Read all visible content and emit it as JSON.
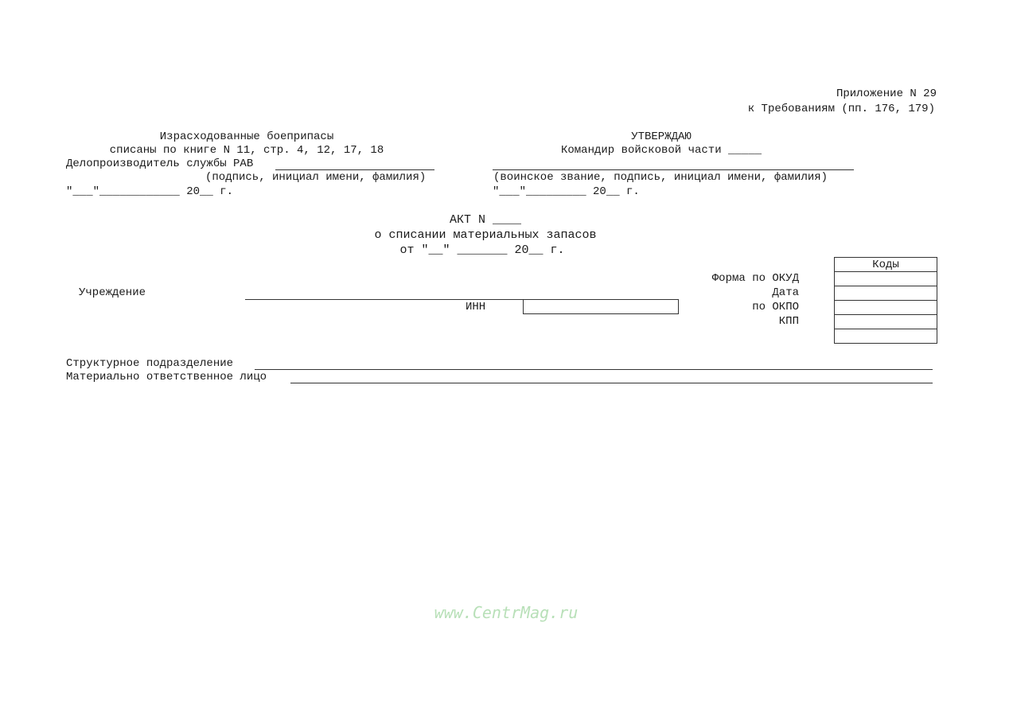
{
  "header": {
    "appendix": "Приложение N 29",
    "requirements": "к Требованиям (пп. 176, 179)"
  },
  "left_block": {
    "line1": "Израсходованные боеприпасы",
    "line2": "списаны по книге N 11, стр. 4, 12, 17, 18",
    "clerk_label": "Делопроизводитель службы РАВ",
    "signature_hint": "(подпись, инициал имени, фамилия)",
    "date_line": "\"___\"____________ 20__ г."
  },
  "right_block": {
    "approve": "УТВЕРЖДАЮ",
    "commander": "Командир войсковой части _____",
    "signature_hint": "(воинское звание, подпись, инициал имени, фамилия)",
    "date_line": "\"___\"_________ 20__ г."
  },
  "act": {
    "title": "АКТ N ____",
    "subtitle": "о списании материальных запасов",
    "date": "от \"__\" _______ 20__ г."
  },
  "codes": {
    "header": "Коды",
    "labels": [
      "Форма по ОКУД",
      "Дата",
      "по ОКПО",
      "КПП"
    ],
    "values": [
      "",
      "",
      "",
      "",
      ""
    ]
  },
  "institution": {
    "label": "Учреждение",
    "inn_label": "ИНН",
    "inn_value": ""
  },
  "fields": {
    "structural_unit": "Структурное подразделение",
    "responsible_person": "Материально ответственное лицо"
  },
  "watermark": {
    "text": "www.CentrMag.ru",
    "color": "#b8e0b8"
  }
}
